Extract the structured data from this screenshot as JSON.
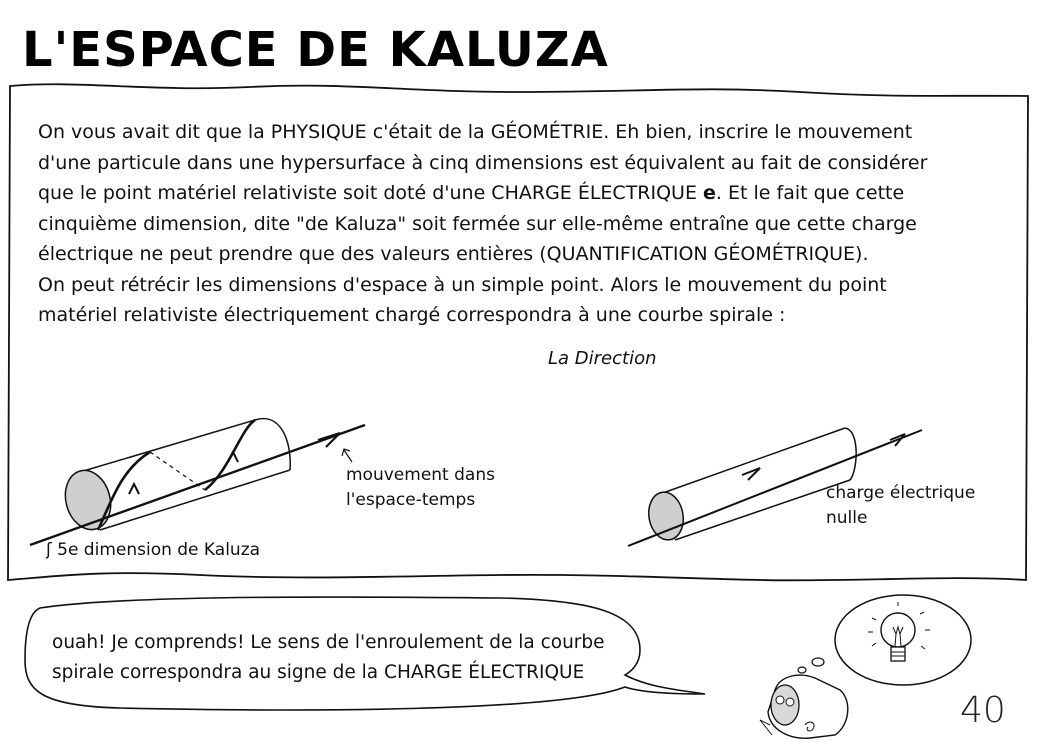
{
  "page": {
    "title": "L'ESPACE DE KALUZA",
    "page_number": "40"
  },
  "main_panel": {
    "paragraph_lines": [
      "On vous avait dit que la PHYSIQUE c'était de la GÉOMÉTRIE. Eh bien, inscrire le mouvement",
      "d'une particule dans une hypersurface à cinq dimensions est équivalent au fait de considérer",
      "que le point matériel relativiste soit doté d'une CHARGE ÉLECTRIQUE",
      "cinquième dimension, dite \"de Kaluza\" soit fermée sur elle-même entraîne que cette charge",
      "électrique ne peut prendre que des valeurs entières (QUANTIFICATION GÉOMÉTRIQUE).",
      "On peut rétrécir les dimensions d'espace à un simple point. Alors le mouvement du point",
      "matériel relativiste électriquement chargé correspondra à une courbe spirale :"
    ],
    "charge_symbol": "e",
    "line3_suffix": ". Et le fait que cette",
    "direction_label": "La Direction",
    "left_diagram": {
      "label_motion_line1": "mouvement dans",
      "label_motion_line2": "l'espace-temps",
      "label_fifth_dim": "5e dimension de Kaluza",
      "fifth_dim_symbol": "ʃ"
    },
    "right_diagram": {
      "label_line1": "charge électrique",
      "label_line2": "nulle"
    }
  },
  "speech_bubble": {
    "line1": "ouah! Je comprends! Le sens de l'enroulement de la courbe",
    "line2": "spirale correspondra au signe de la CHARGE ÉLECTRIQUE"
  },
  "thought_bubble": {
    "icon": "lightbulb-icon"
  }
}
